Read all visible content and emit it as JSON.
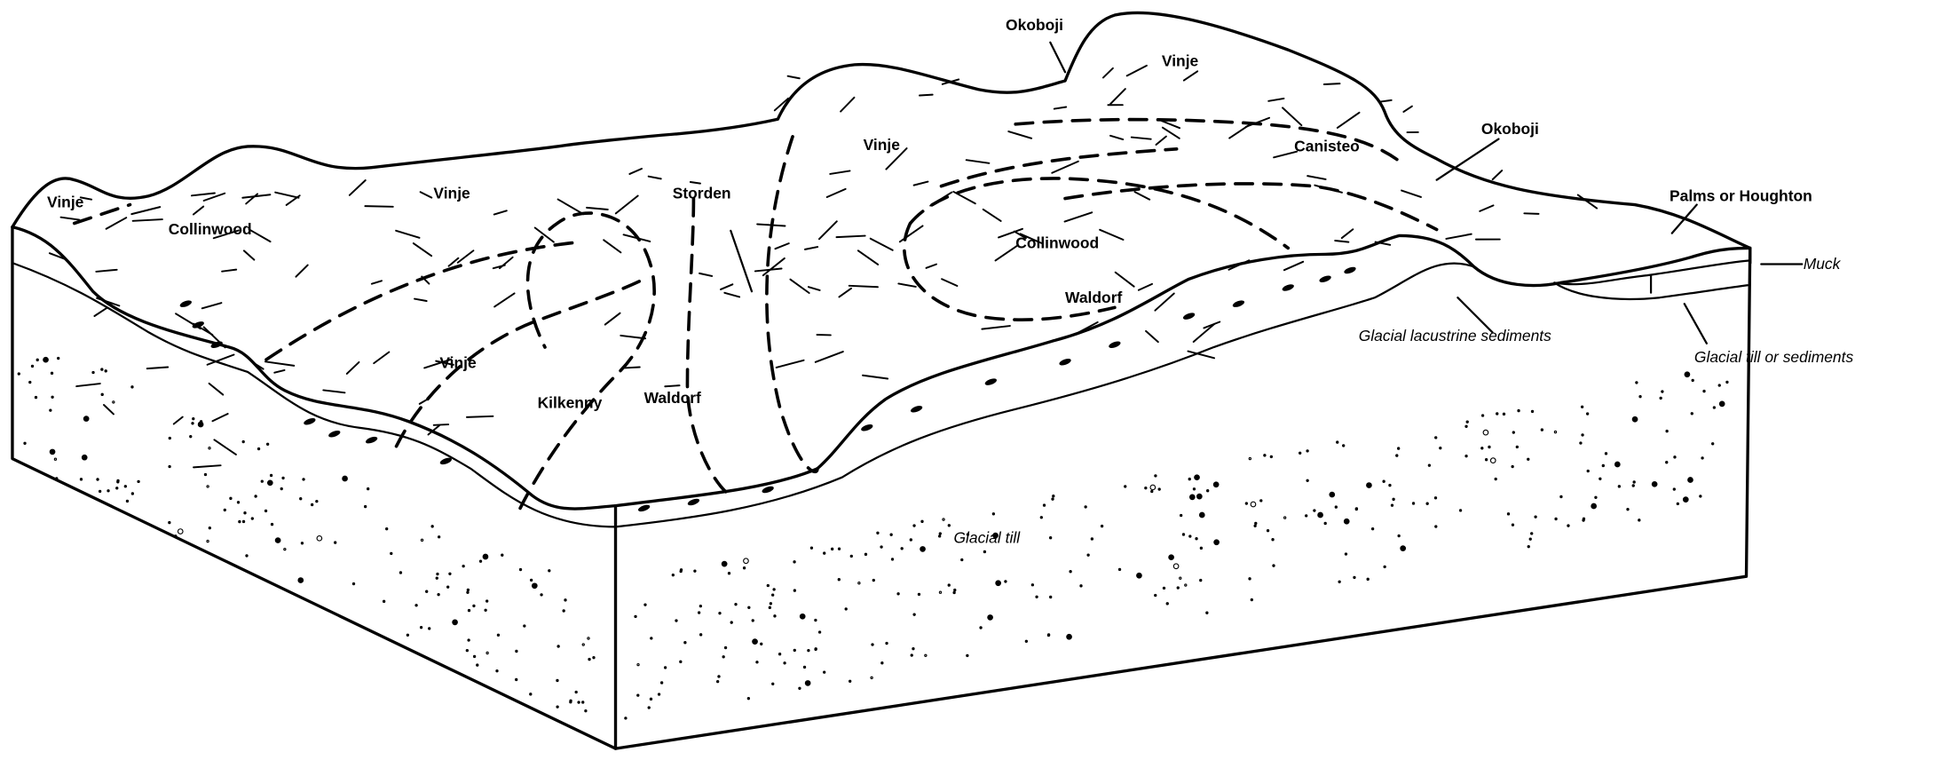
{
  "title": "Soil landscape block diagram",
  "soil_labels": {
    "vinje_far_left": "Vinje",
    "collinwood_left": "Collinwood",
    "vinje_left_mid": "Vinje",
    "storden": "Storden",
    "vinje_center_hill": "Vinje",
    "okoboji_top": "Okoboji",
    "vinje_top": "Vinje",
    "canisteo": "Canisteo",
    "okoboji_right": "Okoboji",
    "palms_or_houghton": "Palms or Houghton",
    "collinwood_center": "Collinwood",
    "waldorf_right": "Waldorf",
    "vinje_lower": "Vinje",
    "kilkenny": "Kilkenny",
    "waldorf_lower": "Waldorf"
  },
  "material_labels": {
    "muck": "Muck",
    "glacial_lacustrine": "Glacial lacustrine sediments",
    "glacial_till_or_sediments": "Glacial till or sediments",
    "glacial_till": "Glacial till"
  }
}
